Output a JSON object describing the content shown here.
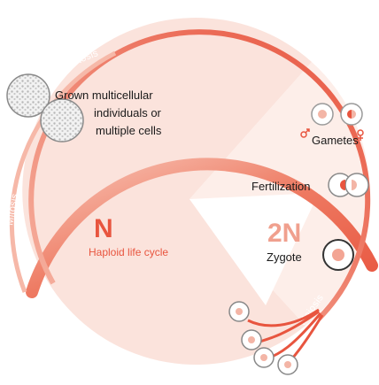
{
  "diagram": {
    "colors": {
      "accent": "#e8553f",
      "arc_light": "#f5b8a8",
      "fill_pale": "#fbe3dc",
      "cell_gray": "#bdbdbd"
    },
    "labels": {
      "mitosis_top": "Mitosis",
      "mitosis_left": "Mitosis",
      "meiosis": "Meiosis",
      "grown_line1": "Grown multicellular",
      "grown_line2": "individuals or",
      "grown_line3": "multiple cells",
      "gametes": "Gametes",
      "fertilization": "Fertilization",
      "zygote": "Zygote",
      "haploid_symbol": "N",
      "haploid_label": "Haploid life cycle",
      "diploid_symbol": "2N"
    },
    "icons": {
      "male": "male-symbol-icon",
      "female": "female-symbol-icon"
    }
  }
}
